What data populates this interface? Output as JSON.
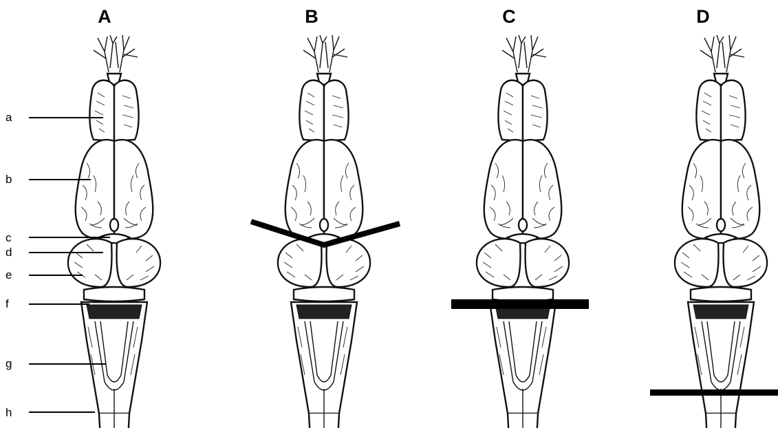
{
  "panels": [
    {
      "id": "A",
      "title": "A"
    },
    {
      "id": "B",
      "title": "B"
    },
    {
      "id": "C",
      "title": "C"
    },
    {
      "id": "D",
      "title": "D"
    }
  ],
  "part_labels": [
    "a",
    "b",
    "c",
    "d",
    "e",
    "f",
    "g",
    "h"
  ],
  "cut_style": {
    "color": "#000000"
  }
}
